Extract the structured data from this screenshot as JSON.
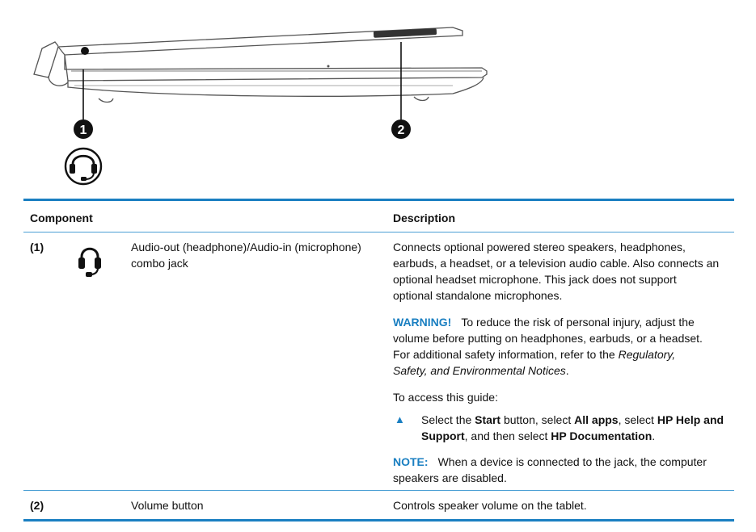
{
  "callouts": [
    "1",
    "2"
  ],
  "table": {
    "header_component": "Component",
    "header_description": "Description",
    "rows": [
      {
        "number": "(1)",
        "icon": "headset-icon",
        "component_line1": "Audio-out (headphone)/Audio-in (microphone)",
        "component_line2": "combo jack",
        "desc": [
          "Connects optional powered stereo speakers, headphones,",
          "earbuds, a headset, or a television audio cable. Also connects an",
          "optional headset microphone. This jack does not support",
          "optional standalone microphones."
        ],
        "warning": {
          "label": "WARNING!",
          "line1": "To reduce the risk of personal injury, adjust the",
          "line2": "volume before putting on headphones, earbuds, or a headset.",
          "line3_pre": "For additional safety information, refer to the ",
          "line3_italic": "Regulatory,",
          "line4_italic": "Safety, and Environmental Notices",
          "line4_post": "."
        },
        "access": "To access this guide:",
        "step": {
          "bullet": "▲",
          "t1": "Select the ",
          "b1": "Start",
          "t2": " button, select ",
          "b2": "All apps",
          "t3": ", select ",
          "b3": "HP Help and",
          "b4": "Support",
          "t4": ", and then select ",
          "b5": "HP Documentation",
          "t5": "."
        },
        "note": {
          "label": "NOTE:",
          "line1": "When a device is connected to the jack, the computer",
          "line2": "speakers are disabled."
        }
      },
      {
        "number": "(2)",
        "component": "Volume button",
        "description": "Controls speaker volume on the tablet."
      }
    ]
  },
  "colors": {
    "accent": "#1a7fc1"
  }
}
